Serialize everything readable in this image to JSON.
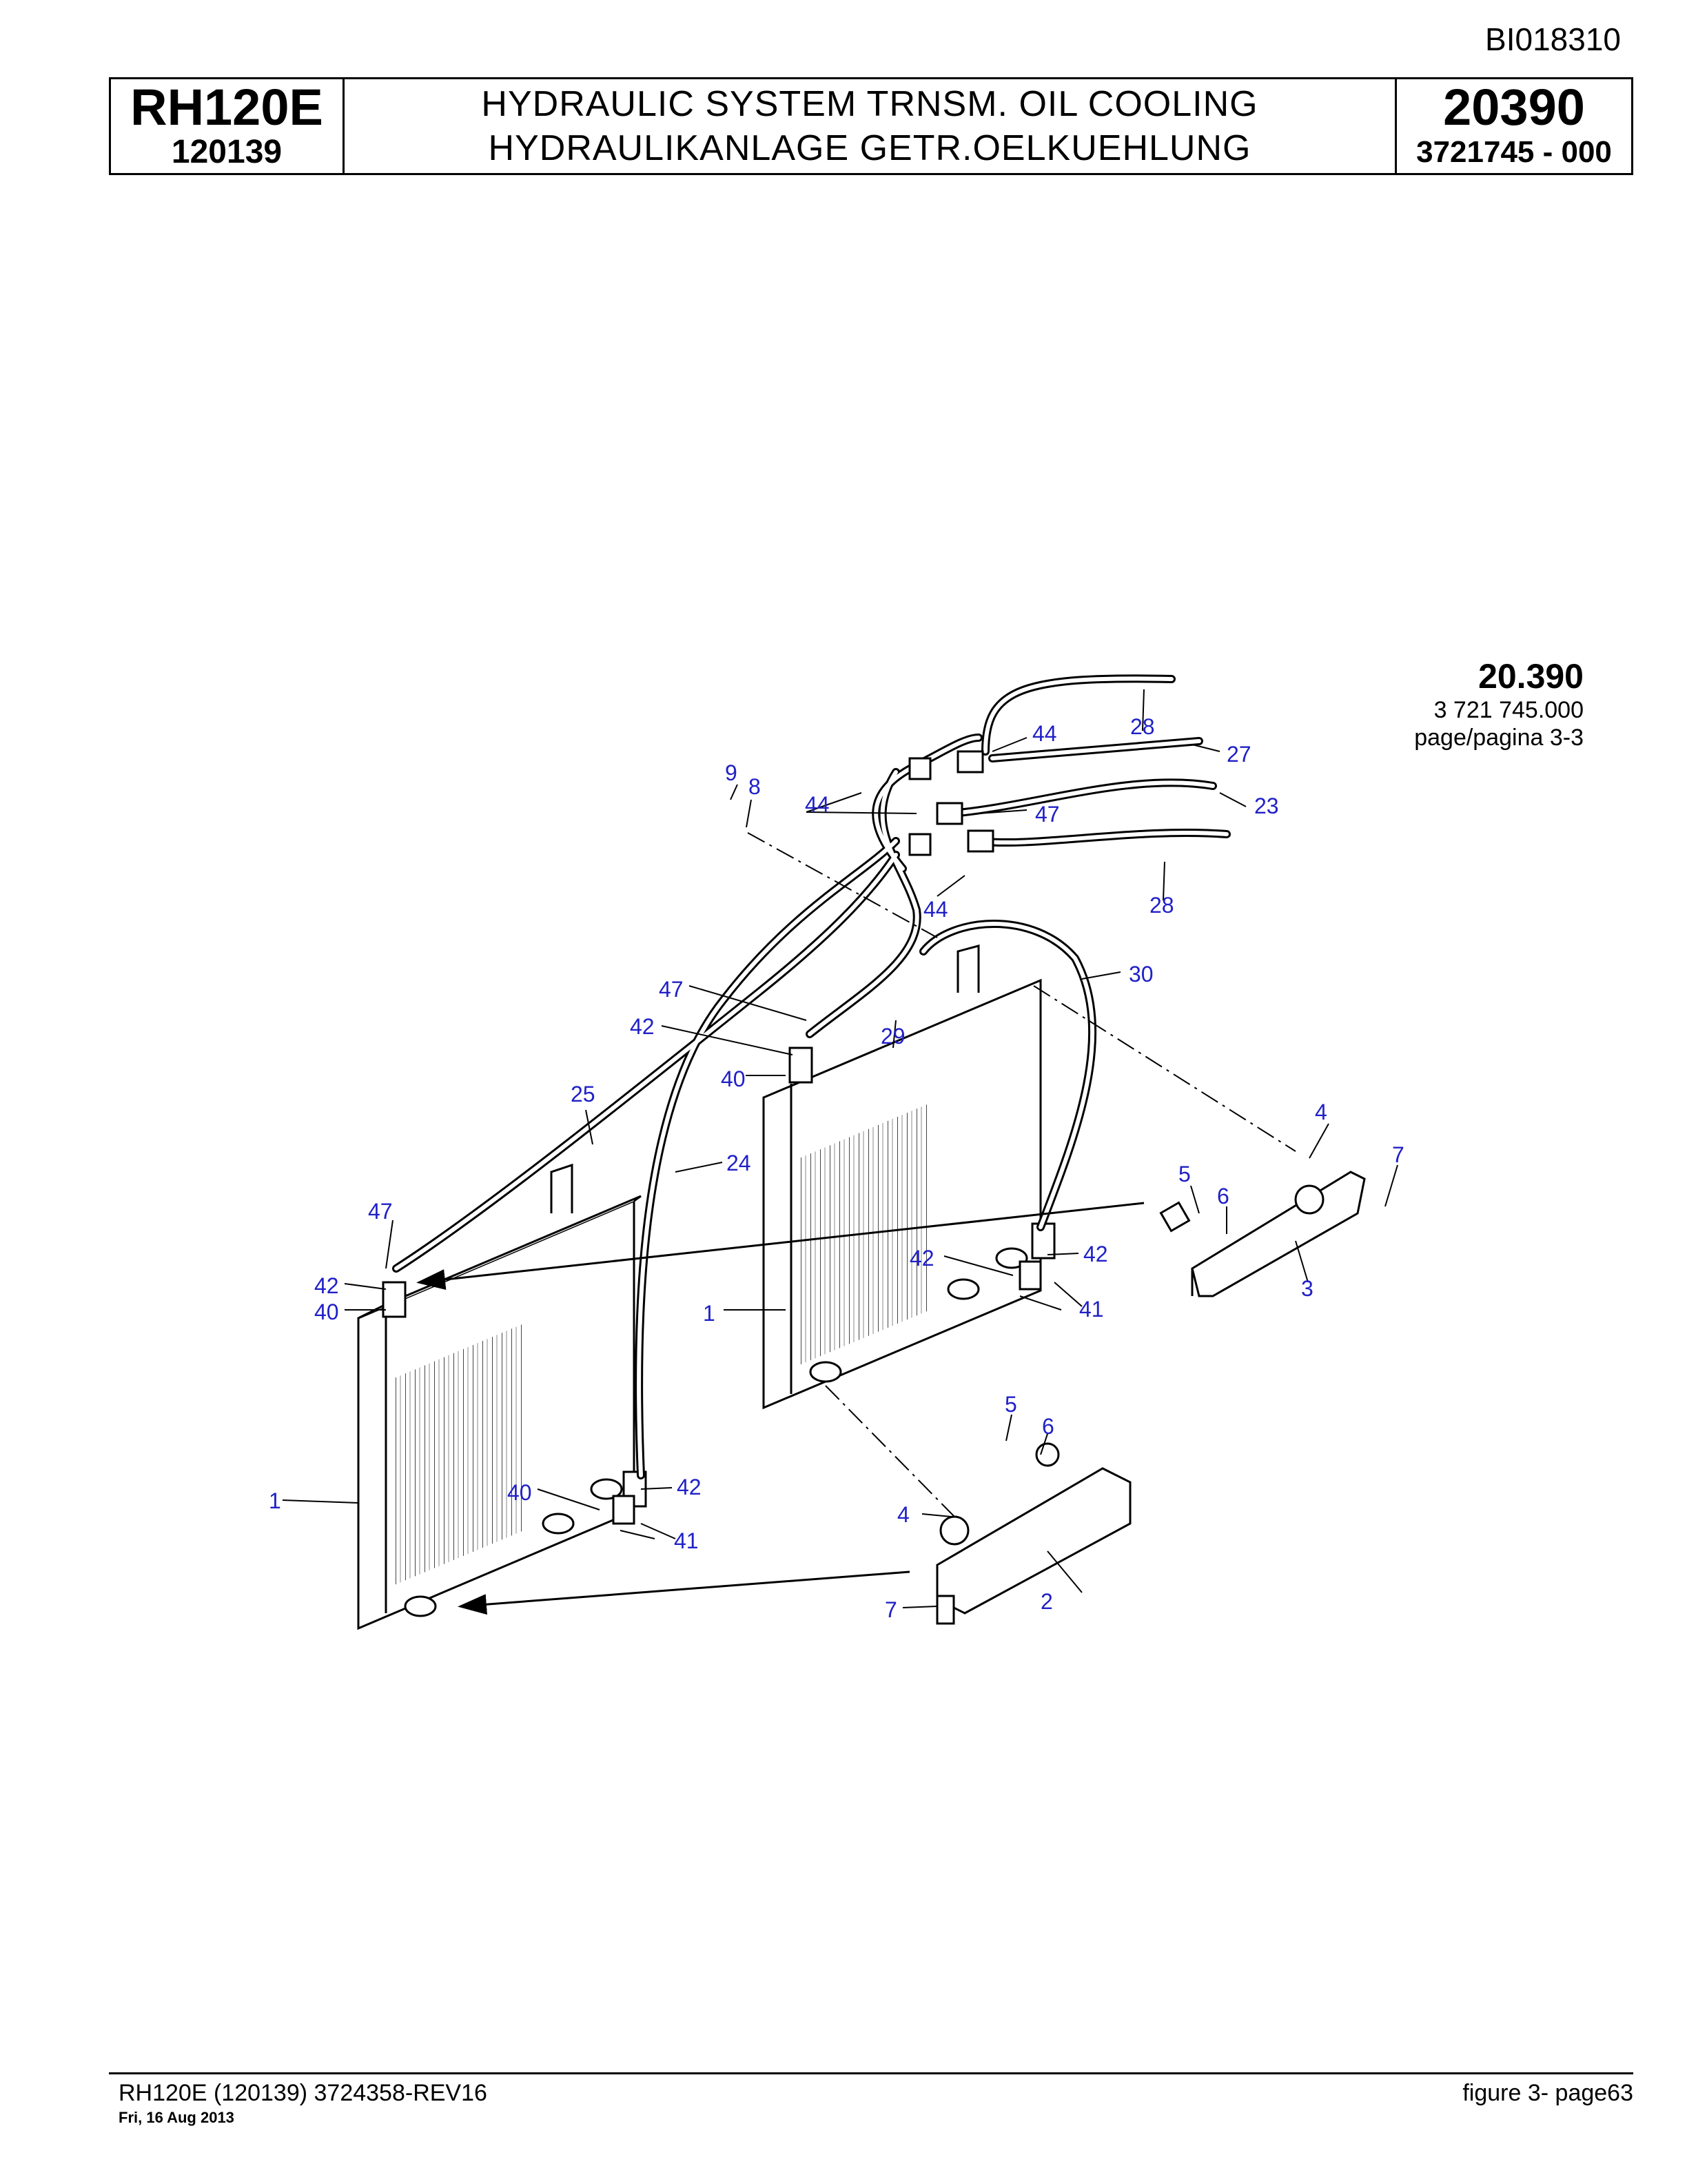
{
  "doc_id": "BI018310",
  "header": {
    "model": "RH120E",
    "serial": "120139",
    "title_en": "HYDRAULIC SYSTEM TRNSM. OIL COOLING",
    "title_de": "HYDRAULIKANLAGE GETR.OELKUEHLUNG",
    "group": "20390",
    "part_number": "3721745  - 000"
  },
  "figure": {
    "number": "20.390",
    "ref": "3 721 745.000",
    "page": "page/pagina 3-3"
  },
  "callouts": [
    "28",
    "27",
    "23",
    "44",
    "47",
    "44",
    "9",
    "8",
    "44",
    "28",
    "30",
    "47",
    "42",
    "29",
    "40",
    "25",
    "24",
    "4",
    "7",
    "5",
    "6",
    "47",
    "42",
    "40",
    "42",
    "1",
    "41",
    "3",
    "42",
    "40",
    "1",
    "41",
    "5",
    "6",
    "4",
    "7",
    "2"
  ],
  "footer": {
    "left": "RH120E (120139) 3724358-REV16",
    "date": "Fri, 16 Aug 2013",
    "right": "figure  3- page63"
  },
  "colors": {
    "callout": "#2020c8",
    "line": "#000000"
  }
}
